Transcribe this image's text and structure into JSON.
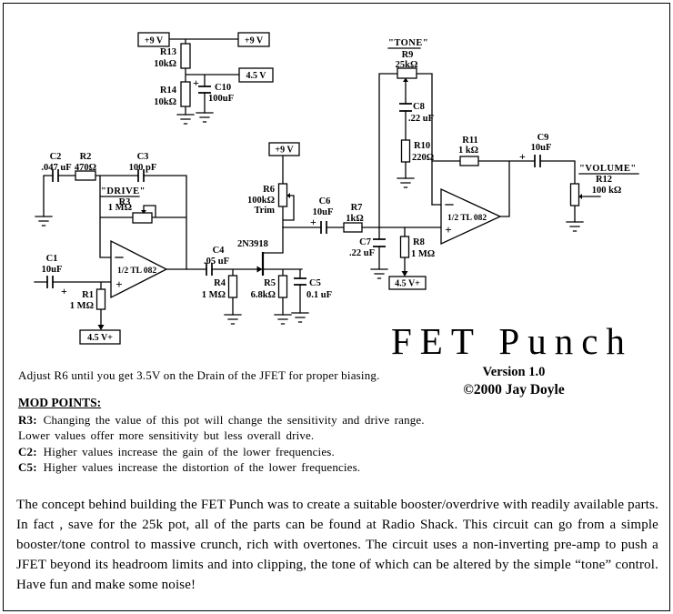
{
  "page": {
    "background": "#ffffff",
    "ink": "#000000"
  },
  "schematic": {
    "power_labels": {
      "v9": "+9 V",
      "v45": "4.5 V",
      "v45_plus": "4.5 V+"
    },
    "resistors": {
      "r1": {
        "name": "R1",
        "value": "1 MΩ"
      },
      "r2": {
        "name": "R2",
        "value": "470Ω"
      },
      "r3": {
        "name": "R3",
        "value": "1 MΩ"
      },
      "r4": {
        "name": "R4",
        "value": "1 MΩ"
      },
      "r5": {
        "name": "R5",
        "value": "6.8kΩ"
      },
      "r6": {
        "name": "R6",
        "value": "100kΩ",
        "note": "Trim"
      },
      "r7": {
        "name": "R7",
        "value": "1kΩ"
      },
      "r8": {
        "name": "R8",
        "value": "1 MΩ"
      },
      "r9": {
        "name": "R9",
        "value": "25kΩ"
      },
      "r10": {
        "name": "R10",
        "value": "220Ω"
      },
      "r11": {
        "name": "R11",
        "value": "1 kΩ"
      },
      "r12": {
        "name": "R12",
        "value": "100 kΩ"
      },
      "r13": {
        "name": "R13",
        "value": "10kΩ"
      },
      "r14": {
        "name": "R14",
        "value": "10kΩ"
      }
    },
    "capacitors": {
      "c1": {
        "name": "C1",
        "value": "10uF"
      },
      "c2": {
        "name": "C2",
        "value": ".047 uF"
      },
      "c3": {
        "name": "C3",
        "value": "100 pF"
      },
      "c4": {
        "name": "C4",
        "value": ".05 uF"
      },
      "c5": {
        "name": "C5",
        "value": "0.1 uF"
      },
      "c6": {
        "name": "C6",
        "value": "10uF"
      },
      "c7": {
        "name": "C7",
        "value": ".22 uF"
      },
      "c8": {
        "name": "C8",
        "value": ".22 uF"
      },
      "c9": {
        "name": "C9",
        "value": "10uF"
      },
      "c10": {
        "name": "C10",
        "value": "100uF"
      }
    },
    "jfet": "2N3918",
    "opamp_label": "1/2 TL 082",
    "opamp_plus": "+",
    "polarity_plus": "+",
    "controls": {
      "drive": "\"DRIVE\"",
      "tone": "\"TONE\"",
      "volume": "\"VOLUME\""
    }
  },
  "title_block": {
    "title": "FET Punch",
    "version": "Version 1.0",
    "copyright": "©2000 Jay Doyle"
  },
  "notes": {
    "adjust": "Adjust R6 until you get 3.5V on the Drain of the JFET for proper biasing.",
    "mod_heading": "MOD POINTS:",
    "mod_lines": [
      {
        "ref": "R3:",
        "text": "Changing the value of this pot will change the sensitivity and drive range."
      },
      {
        "ref": "",
        "text": "Lower values offer more sensitivity but less overall drive."
      },
      {
        "ref": "C2:",
        "text": "Higher values increase the gain of the lower frequencies."
      },
      {
        "ref": "C5:",
        "text": "Higher values increase the distortion of the lower frequencies."
      }
    ]
  },
  "description": "The concept behind building the FET Punch was to create a suitable booster/overdrive with readily available parts.  In fact , save for the 25k pot, all of the parts can be found at Radio Shack.  This circuit can go from a simple booster/tone control to massive crunch, rich with overtones.  The circuit uses a non-inverting pre-amp to push a JFET beyond its headroom limits and into clipping, the tone of which can be altered by the simple “tone” control.  Have fun and make some noise!"
}
